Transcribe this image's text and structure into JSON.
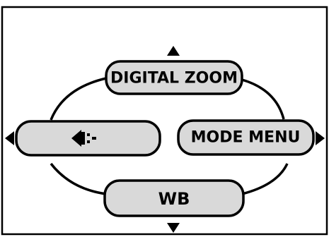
{
  "buttons": {
    "top": {
      "label": "DIGITAL ZOOM"
    },
    "left": {
      "label": "",
      "icon": "flash-icon"
    },
    "right": {
      "label": "MODE MENU"
    },
    "bottom": {
      "label": "WB"
    }
  },
  "colors": {
    "pill_fill": "#d9d9d9",
    "stroke": "#000000",
    "background": "#ffffff"
  }
}
